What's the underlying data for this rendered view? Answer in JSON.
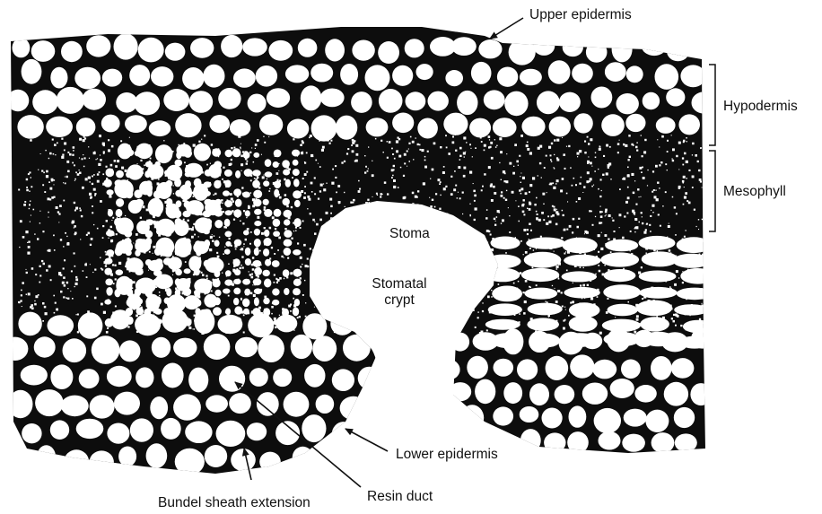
{
  "labels": {
    "upper_epidermis": "Upper epidermis",
    "hypodermis": "Hypodermis",
    "mesophyll": "Mesophyll",
    "stoma": "Stoma",
    "stomatal_crypt_line1": "Stomatal",
    "stomatal_crypt_line2": "crypt",
    "lower_epidermis": "Lower epidermis",
    "resin_duct": "Resin duct",
    "bundle_sheath_extension": "Bundel sheath extension"
  },
  "colors": {
    "tissue_wall": "#0d0d0d",
    "cell_lumen": "#ffffff",
    "label_text": "#111111",
    "background": "#ffffff"
  }
}
